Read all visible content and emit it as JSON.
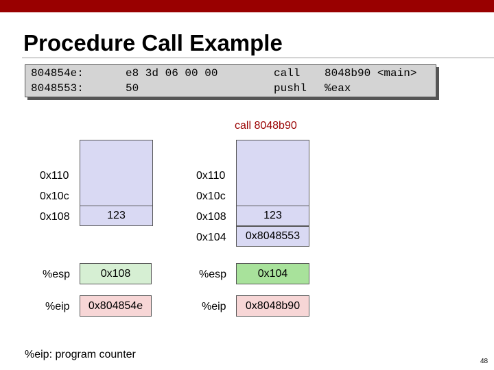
{
  "slide": {
    "title": "Procedure Call Example",
    "code": [
      {
        "address": "804854e:",
        "bytes": "e8 3d 06 00 00",
        "instr": "call",
        "operand": "8048b90 <main>"
      },
      {
        "address": "8048553:",
        "bytes": "50",
        "instr": "pushl",
        "operand": "%eax"
      }
    ],
    "transition_label": "call 8048b90",
    "footnote": "%eip: program counter",
    "page_number": "48"
  },
  "before": {
    "addresses": [
      "0x110",
      "0x10c",
      "0x108"
    ],
    "stack_top_value": "123",
    "esp_label": "%esp",
    "esp_value": "0x108",
    "eip_label": "%eip",
    "eip_value": "0x804854e"
  },
  "after": {
    "addresses": [
      "0x110",
      "0x10c",
      "0x108",
      "0x104"
    ],
    "stack_values": [
      "123",
      "0x8048553"
    ],
    "esp_label": "%esp",
    "esp_value": "0x104",
    "eip_label": "%eip",
    "eip_value": "0x8048b90"
  },
  "colors": {
    "header_bar": "#990000",
    "stack_fill": "#d9d9f3",
    "esp_before": "#d6efd3",
    "esp_after": "#a8e29b",
    "eip_fill": "#f7d6d6",
    "transition_text": "#990000"
  }
}
